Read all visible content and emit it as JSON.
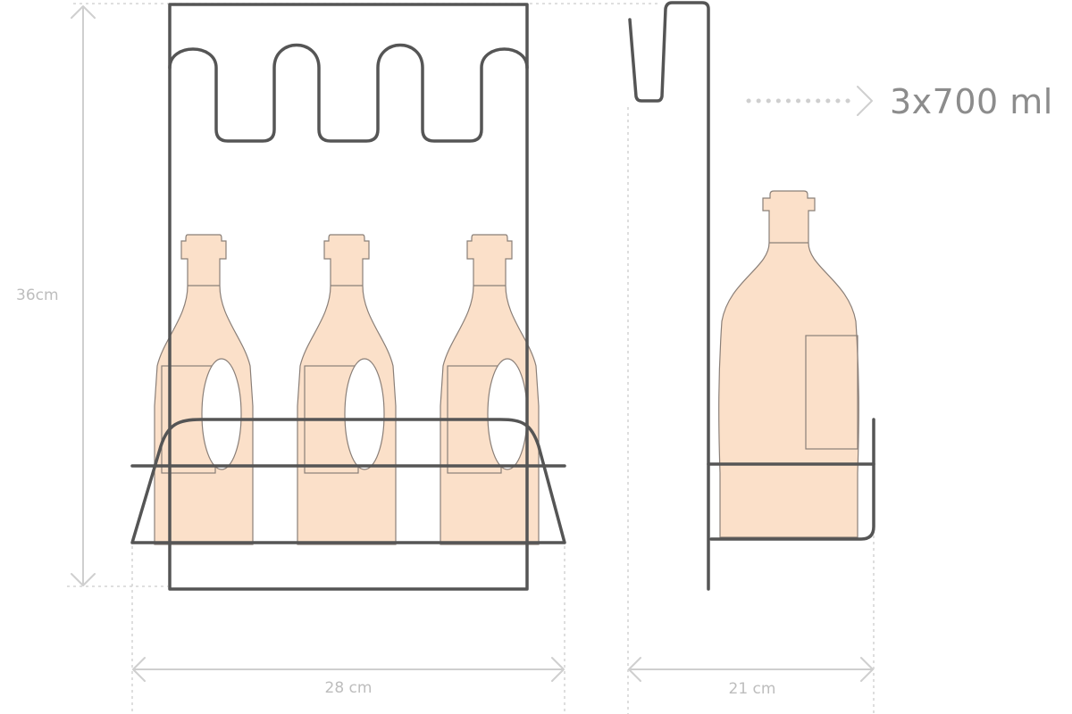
{
  "dimensions": {
    "height_label": "36cm",
    "width_label": "28 cm",
    "depth_label": "21 cm"
  },
  "capacity": {
    "label": "3x700 ml"
  },
  "colors": {
    "rack": "#555555",
    "bottle_fill": "#fbe0c9",
    "bottle_stroke": "#8a7f78",
    "dimension_lines": "#cfcfcf",
    "dimension_text": "#bdbdbd",
    "capacity_text": "#8c8c8c"
  },
  "icons": {
    "capacity_arrow": "dotted-right-arrow-icon",
    "dimension_arrows": "double-headed-arrow-icon"
  }
}
